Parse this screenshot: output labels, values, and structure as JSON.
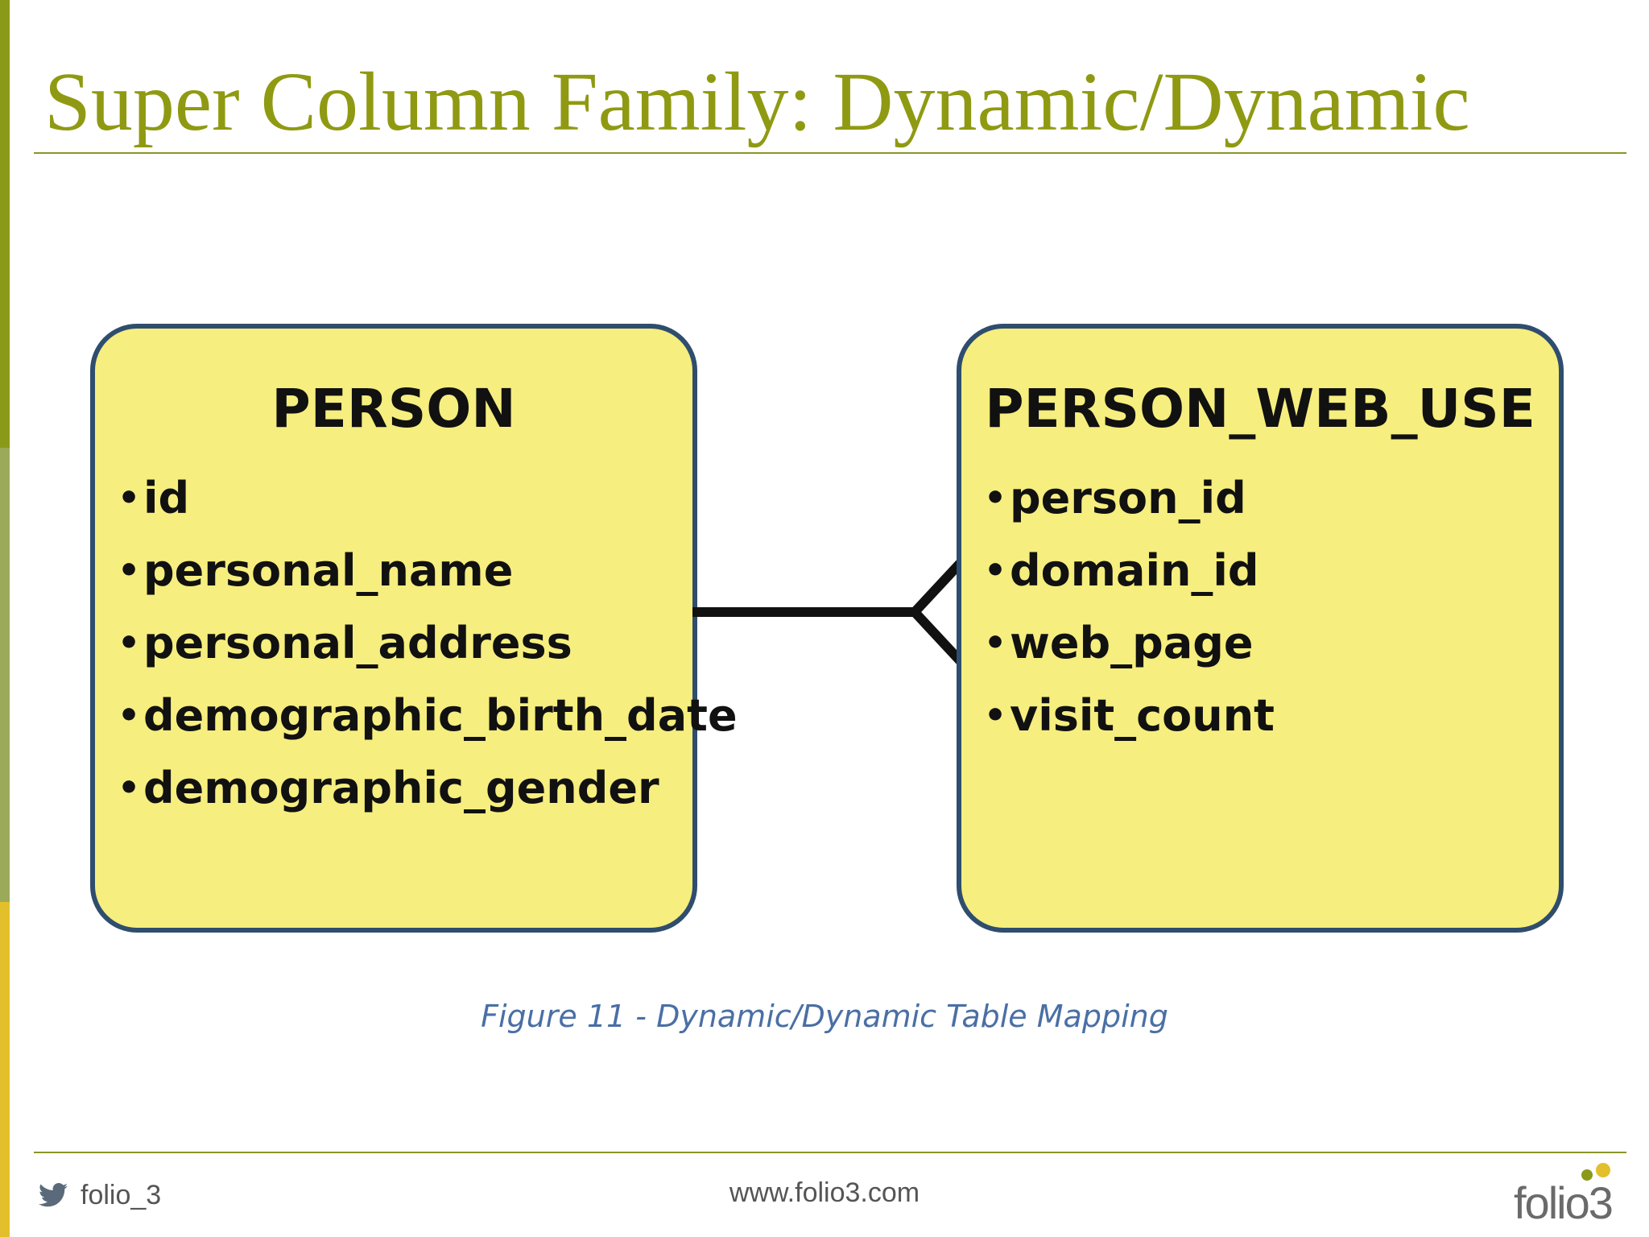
{
  "colors": {
    "title": "#8f9a12",
    "rule": "#8a9528",
    "side_bar": [
      "#8a9a18",
      "#9aaa58",
      "#e3bf2c"
    ],
    "entity_fill": "#f6ee7e",
    "caption": "#4a6fa5",
    "connector": "#111111",
    "twitter": "#5a6a7a",
    "logo_dots": [
      "#8a9a18",
      "#e3bf2c"
    ]
  },
  "slide": {
    "title": "Super Column Family: Dynamic/Dynamic"
  },
  "diagram": {
    "entities": [
      {
        "name": "PERSON",
        "attributes": [
          "id",
          "personal_name",
          "personal_address",
          "demographic_birth_date",
          "demographic_gender"
        ]
      },
      {
        "name": "PERSON_WEB_USE",
        "attributes": [
          "person_id",
          "domain_id",
          "web_page",
          "visit_count"
        ]
      }
    ],
    "relationship": {
      "from": "PERSON",
      "to": "PERSON_WEB_USE",
      "cardinality": "one-to-many"
    },
    "caption": "Figure 11 - Dynamic/Dynamic Table Mapping"
  },
  "footer": {
    "twitter_handle": "folio_3",
    "website": "www.folio3.com",
    "logo_text": "folio3"
  },
  "icons": {
    "twitter": "twitter-bird-icon",
    "bullet": "•"
  }
}
